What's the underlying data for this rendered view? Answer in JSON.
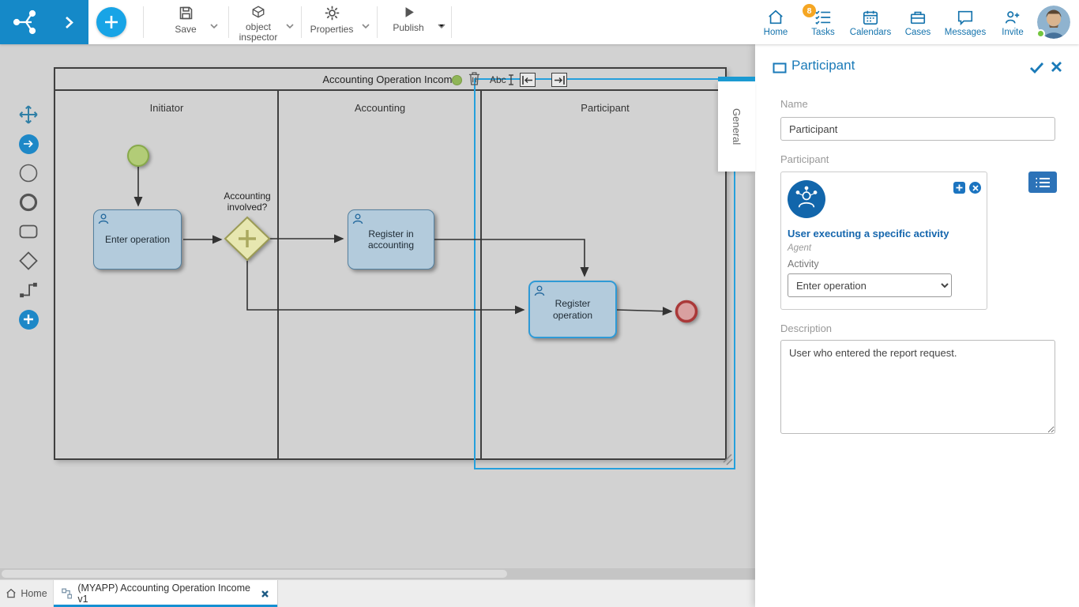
{
  "topbar": {
    "save_label": "Save",
    "object_inspector_label": "object inspector",
    "properties_label": "Properties",
    "publish_label": "Publish",
    "nav": [
      {
        "label": "Home"
      },
      {
        "label": "Tasks",
        "badge": "8"
      },
      {
        "label": "Calendars"
      },
      {
        "label": "Cases"
      },
      {
        "label": "Messages"
      },
      {
        "label": "Invite"
      }
    ]
  },
  "diagram": {
    "pool_title": "Accounting Operation Income",
    "lanes": [
      "Initiator",
      "Accounting",
      "Participant"
    ],
    "context_text": "Abc",
    "gateway_label": "Accounting involved?",
    "tasks": {
      "enter_operation": "Enter operation",
      "register_in_accounting": "Register in accounting",
      "register_operation": "Register operation"
    }
  },
  "panel": {
    "title": "Participant",
    "tab_general": "General",
    "name_label": "Name",
    "name_value": "Participant",
    "participant_label": "Participant",
    "agent_link": "User executing a specific activity",
    "agent_type": "Agent",
    "activity_label": "Activity",
    "activity_value": "Enter operation",
    "description_label": "Description",
    "description_value": "User who entered the report request."
  },
  "bottombar": {
    "home_label": "Home",
    "document_tab": "(MYAPP) Accounting Operation Income v1"
  },
  "colors": {
    "header_blue": "#1589c8",
    "plus_blue": "#18a4e6",
    "nav_blue": "#1473ad",
    "selection_blue": "#25a0dc",
    "task_fill": "#b3cbdc",
    "task_border": "#54809f",
    "gateway_fill": "#e7e7b0",
    "start_green": "#b2cc77",
    "end_red": "#aa3939",
    "badge_orange": "#f5a623",
    "canvas_gray": "#d2d2d2"
  }
}
